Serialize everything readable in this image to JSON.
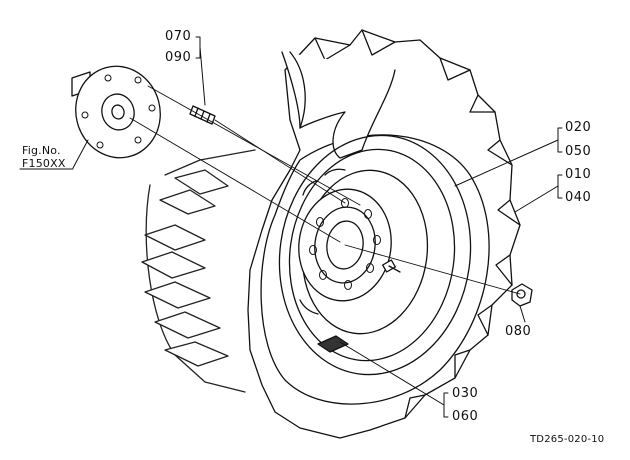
{
  "figure_ref": {
    "line1": "Fig.No.",
    "line2": "F150XX"
  },
  "callouts": {
    "stud_top": "070",
    "stud_bottom": "090",
    "disc_top": "020",
    "disc_bottom": "050",
    "tire_top": "010",
    "tire_bottom": "040",
    "nut": "080",
    "valve_top": "030",
    "valve_bottom": "060"
  },
  "drawing_code": "TD265-020-10"
}
